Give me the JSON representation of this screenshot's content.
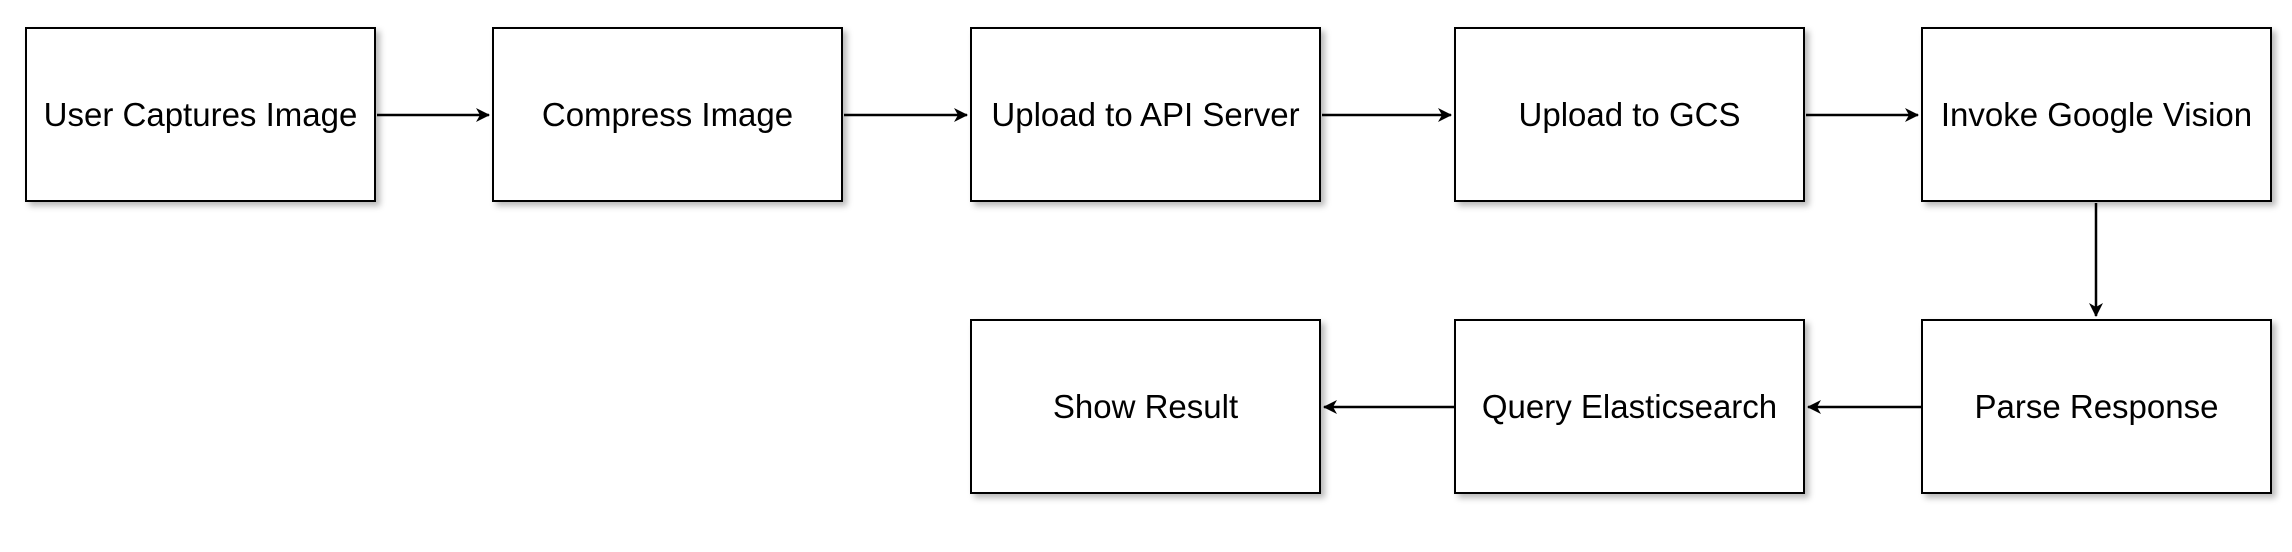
{
  "diagram": {
    "nodes": [
      {
        "id": "n1",
        "label": "User Captures Image"
      },
      {
        "id": "n2",
        "label": "Compress Image"
      },
      {
        "id": "n3",
        "label": "Upload to API Server"
      },
      {
        "id": "n4",
        "label": "Upload to GCS"
      },
      {
        "id": "n5",
        "label": "Invoke Google Vision"
      },
      {
        "id": "n6",
        "label": "Parse Response"
      },
      {
        "id": "n7",
        "label": "Query Elasticsearch"
      },
      {
        "id": "n8",
        "label": "Show Result"
      }
    ],
    "edges": [
      {
        "from": "n1",
        "to": "n2"
      },
      {
        "from": "n2",
        "to": "n3"
      },
      {
        "from": "n3",
        "to": "n4"
      },
      {
        "from": "n4",
        "to": "n5"
      },
      {
        "from": "n5",
        "to": "n6"
      },
      {
        "from": "n6",
        "to": "n7"
      },
      {
        "from": "n7",
        "to": "n8"
      }
    ],
    "colors": {
      "stroke": "#000000",
      "fill": "#ffffff",
      "text": "#000000"
    }
  }
}
